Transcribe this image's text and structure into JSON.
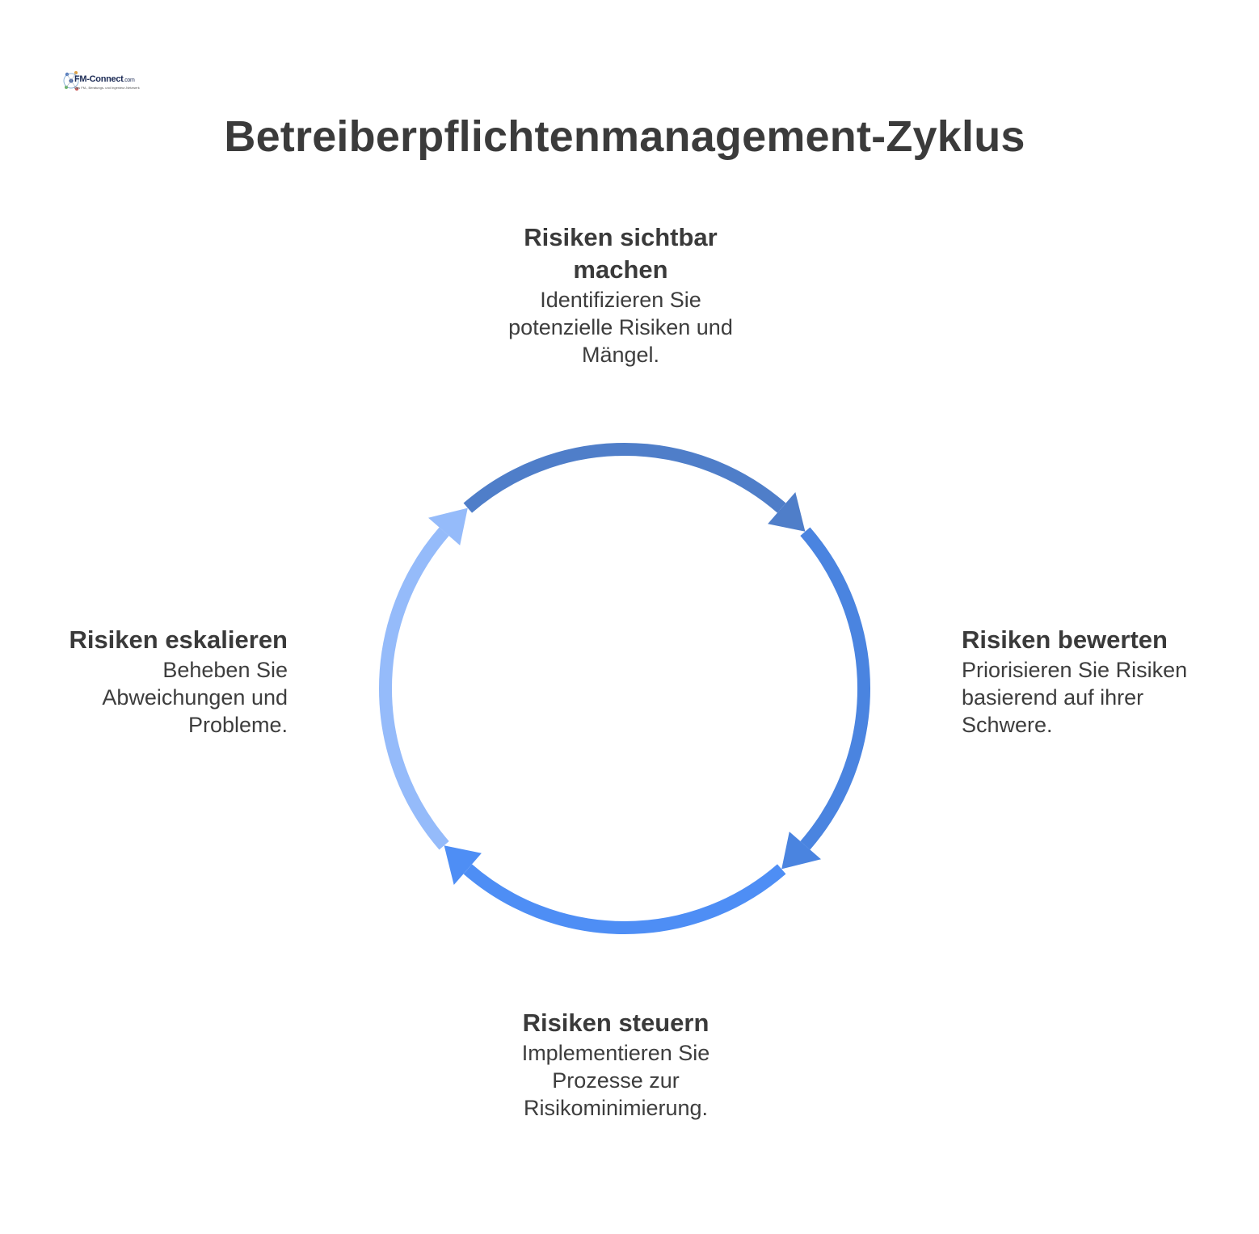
{
  "logo": {
    "name": "FM-Connect",
    "suffix": ".com",
    "tagline": "Das FM-, Beratungs- und Ingenieur-Netzwerk"
  },
  "title": "Betreiberpflichtenmanagement-Zyklus",
  "steps": [
    {
      "head": "Risiken sichtbar machen",
      "desc": "Identifizieren Sie potenzielle Risiken und Mängel.",
      "color": "#4f7ec9"
    },
    {
      "head": "Risiken bewerten",
      "desc": "Priorisieren Sie Risiken basierend auf ihrer Schwere.",
      "color": "#4a84e0"
    },
    {
      "head": "Risiken steuern",
      "desc": "Implementieren Sie Prozesse zur Risikominimierung.",
      "color": "#4e8ef5"
    },
    {
      "head": "Risiken eskalieren",
      "desc": "Beheben Sie Abweichungen und Probleme.",
      "color": "#95bbfa"
    }
  ]
}
